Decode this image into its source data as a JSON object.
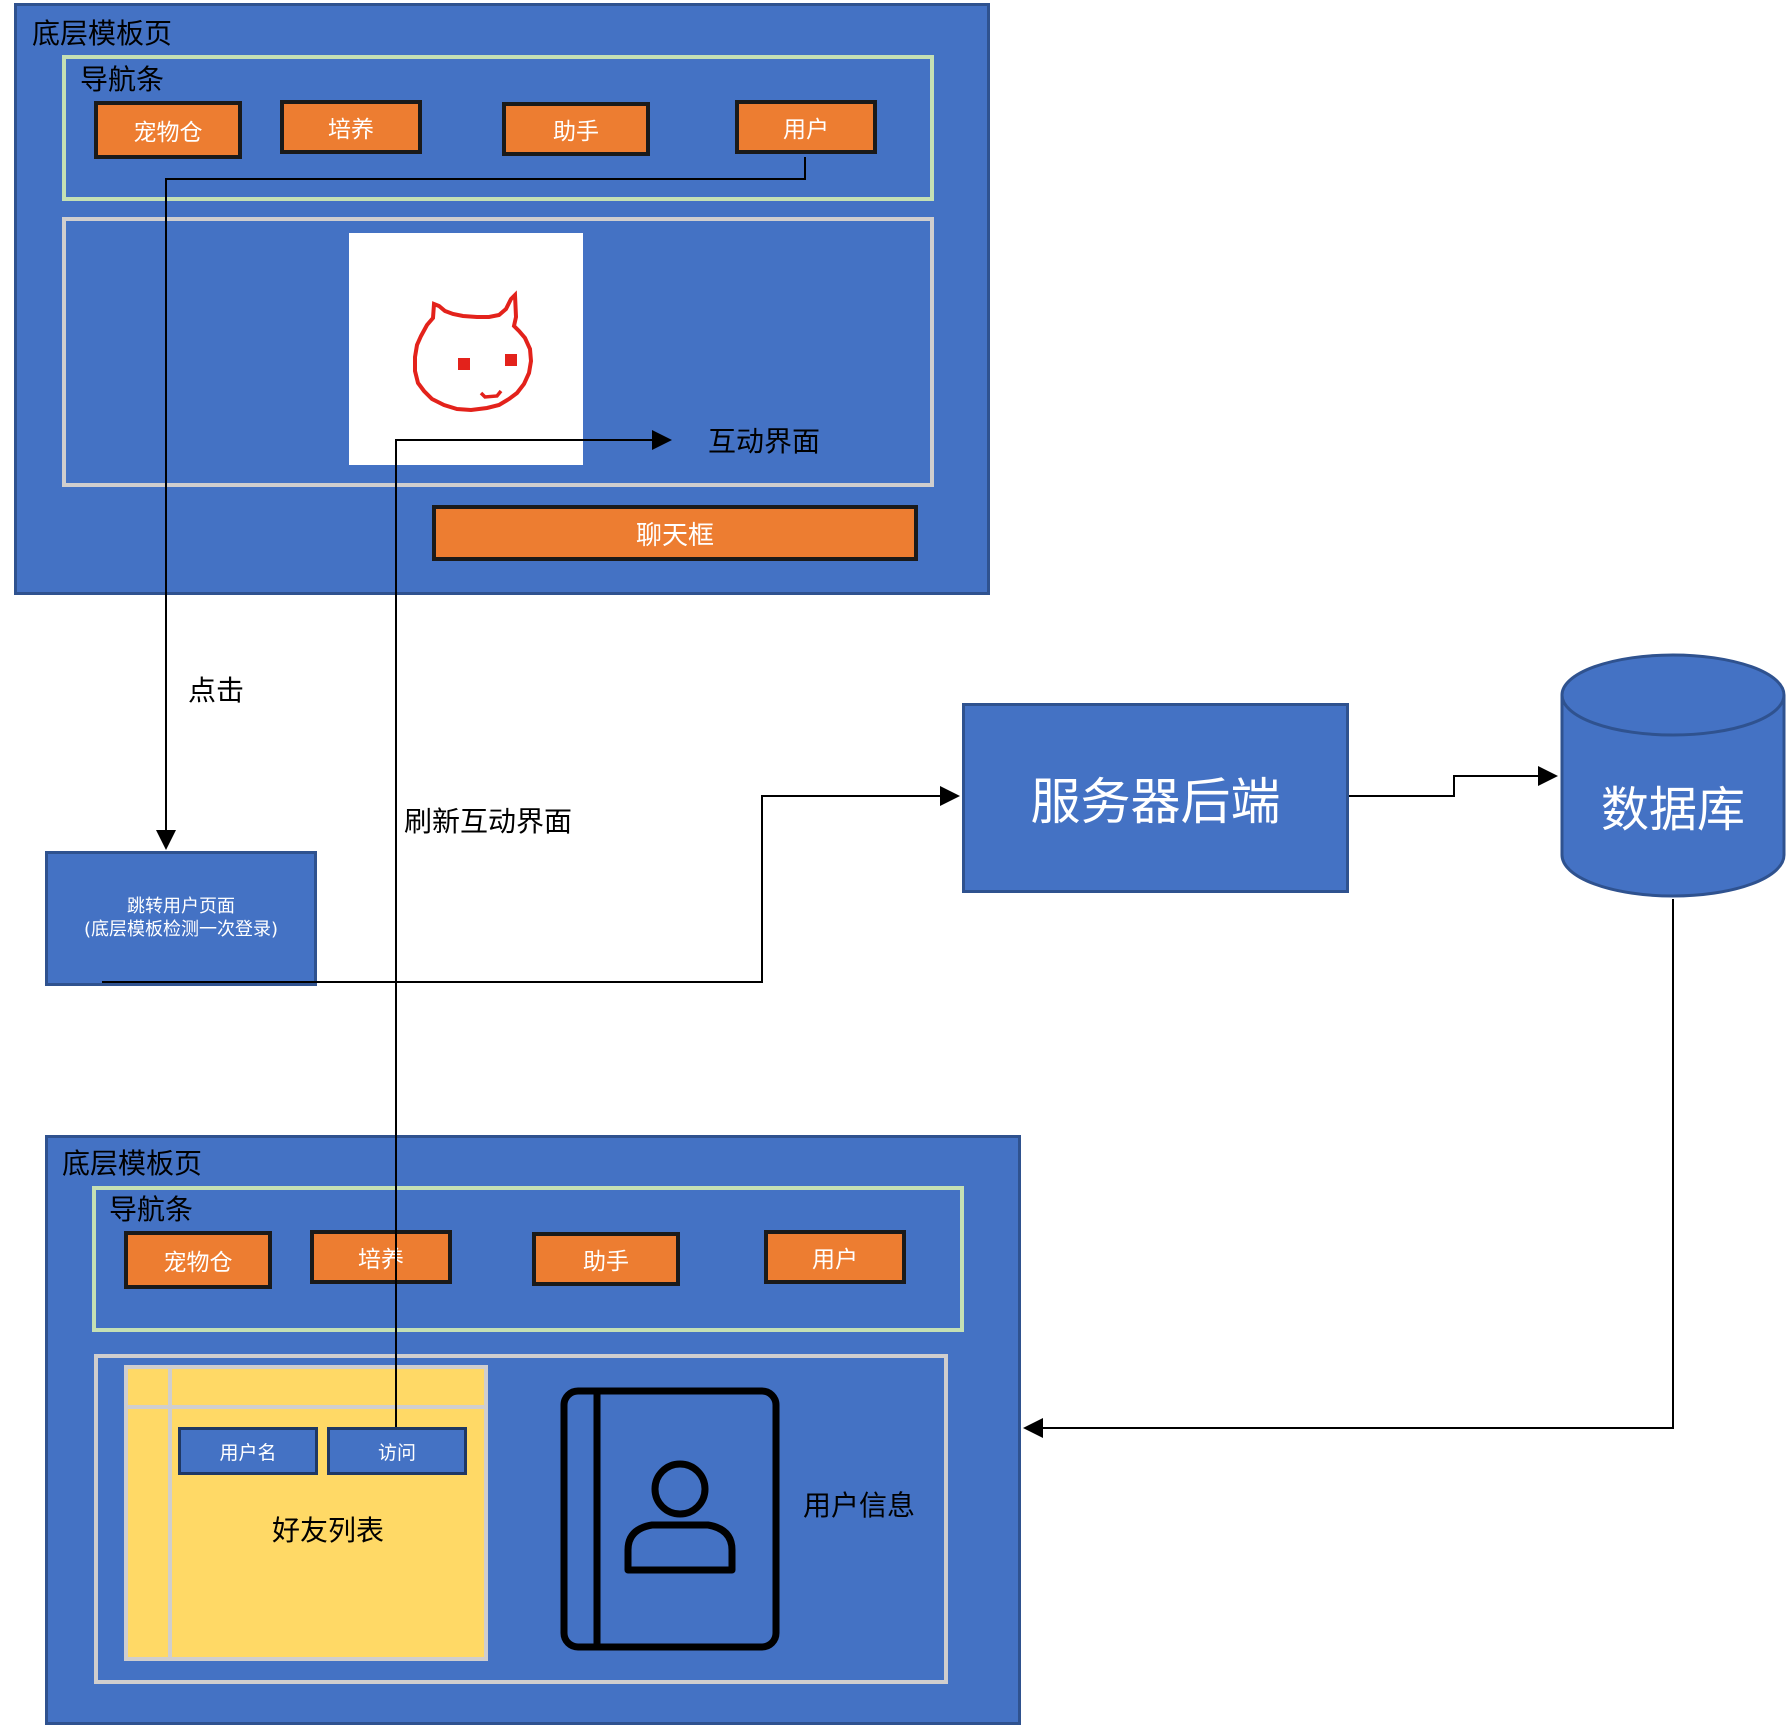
{
  "top_page": {
    "title": "底层模板页",
    "navbar": {
      "title": "导航条",
      "buttons": [
        "宠物仓",
        "培养",
        "助手",
        "用户"
      ]
    },
    "interaction_label": "互动界面",
    "chat_box": "聊天框"
  },
  "edges": {
    "click": "点击",
    "refresh": "刷新互动界面"
  },
  "jump_box": {
    "line1": "跳转用户页面",
    "line2": "(底层模板检测一次登录)"
  },
  "server": "服务器后端",
  "database": "数据库",
  "bottom_page": {
    "title": "底层模板页",
    "navbar": {
      "title": "导航条",
      "buttons": [
        "宠物仓",
        "培养",
        "助手",
        "用户"
      ]
    },
    "friend_list": {
      "username_button": "用户名",
      "visit_button": "访问",
      "label": "好友列表"
    },
    "user_info_label": "用户信息"
  },
  "colors": {
    "panel_blue": "#4472c4",
    "button_orange": "#ed7d31",
    "list_yellow": "#ffd966",
    "navbar_border": "#c5e0b4",
    "content_border": "#d0cece",
    "cat_red": "#e3221b"
  },
  "icons": {
    "cat": "cat-face-icon",
    "contacts": "contact-book-icon"
  }
}
